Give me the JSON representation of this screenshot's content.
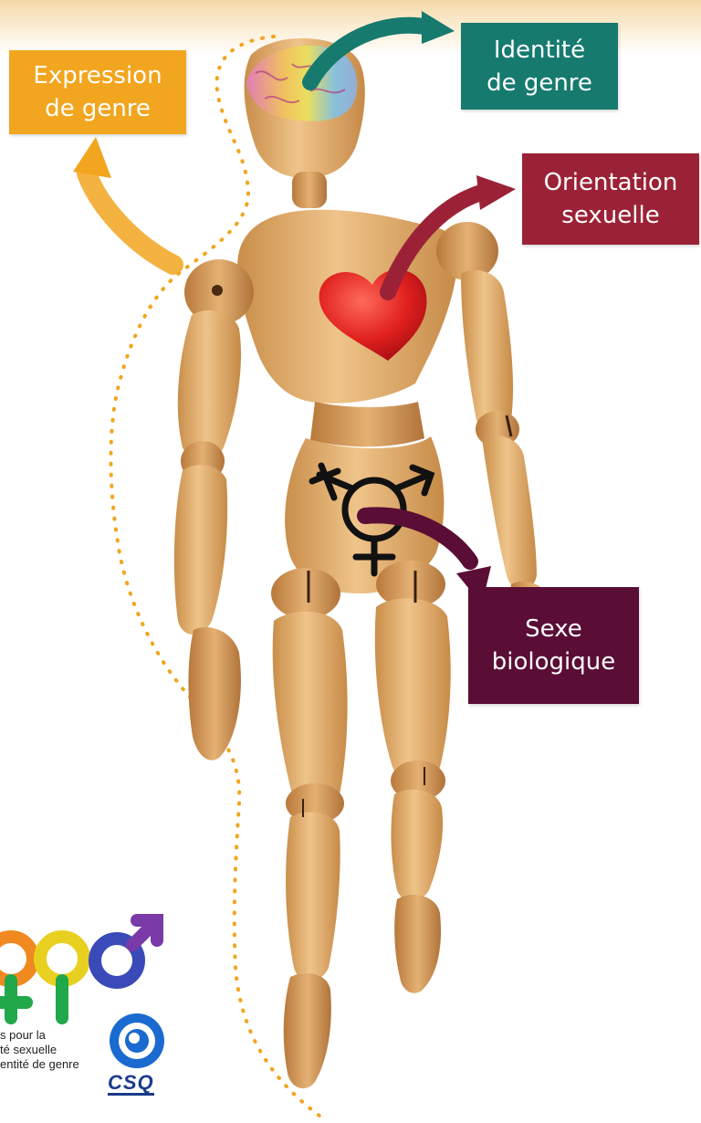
{
  "labels": {
    "expression": {
      "line1": "Expression",
      "line2": "de genre",
      "color": "#f2a51e"
    },
    "identite": {
      "line1": "Identité",
      "line2": "de genre",
      "color": "#167a6f"
    },
    "orientation": {
      "line1": "Orientation",
      "line2": "sexuelle",
      "color": "#9b2236"
    },
    "sexe": {
      "line1": "Sexe",
      "line2": "biologique",
      "color": "#5a0d35"
    }
  },
  "logo": {
    "line1": "s pour la",
    "line2": "té sexuelle",
    "line3": "entité de genre",
    "brand": "CSQ"
  },
  "icons": [
    "brain-icon",
    "heart-icon",
    "transgender-symbol-icon",
    "gender-symbols-logo-icon",
    "csq-swirl-logo-icon"
  ]
}
